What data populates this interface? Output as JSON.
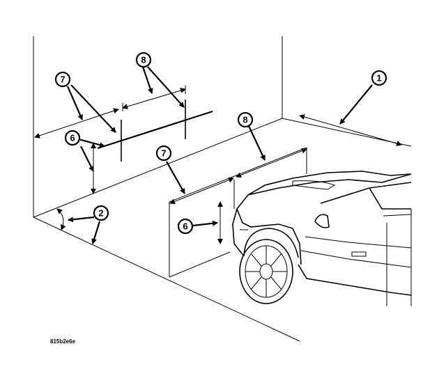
{
  "figure_id": "815b2e6e",
  "callouts": {
    "c1": "1",
    "c2": "2",
    "c6a": "6",
    "c6b": "6",
    "c7a": "7",
    "c7b": "7",
    "c8a": "8",
    "c8b": "8"
  },
  "colors": {
    "ink": "#000000",
    "paper": "#ffffff"
  }
}
